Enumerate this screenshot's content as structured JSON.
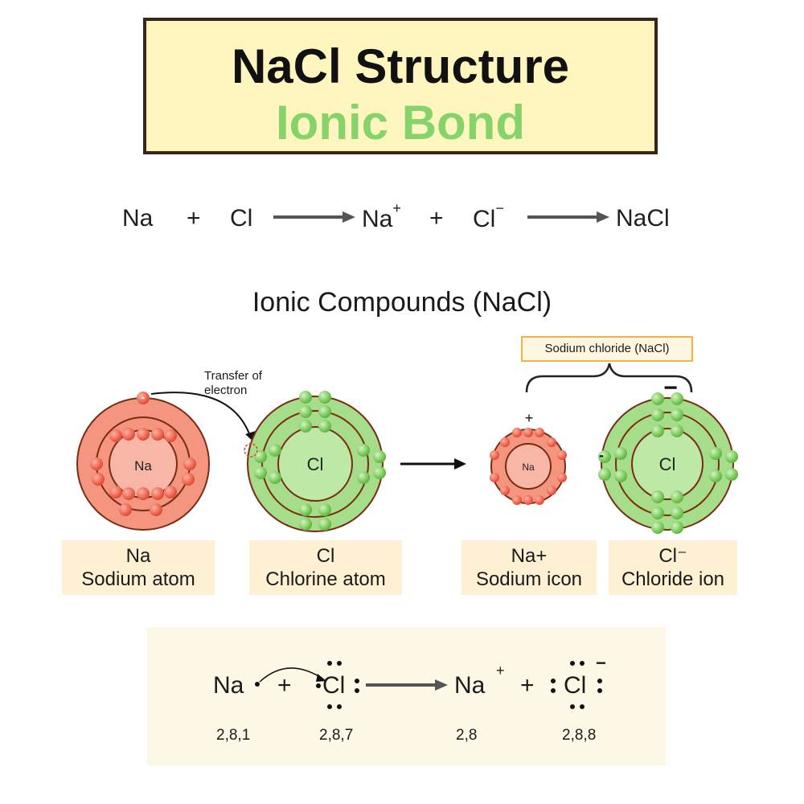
{
  "title": {
    "main": "NaCl Structure",
    "sub": "Ionic Bond"
  },
  "equation": {
    "na": "Na",
    "plus1": "+",
    "cl": "Cl",
    "na_ion": "Na",
    "na_charge": "+",
    "plus2": "+",
    "cl_ion": "Cl",
    "cl_charge": "−",
    "product": "NaCl"
  },
  "section_title": "Ionic Compounds (NaCl)",
  "nacl_label": "Sodium chloride (NaCl)",
  "transfer_label": [
    "Transfer of",
    "electron"
  ],
  "atoms": {
    "na_symbol": "Na",
    "cl_symbol": "Cl",
    "na_ion_symbol": "Na",
    "cl_ion_symbol": "Cl",
    "na_ion_charge": "+",
    "cl_ion_charge": "−",
    "na_electron_sign": "-",
    "cl_ion_left_sign": "-"
  },
  "captions": [
    {
      "line1": "Na",
      "line2": "Sodium atom"
    },
    {
      "line1": "Cl",
      "line2": "Chlorine atom"
    },
    {
      "line1": "Na+",
      "line2": "Sodium icon"
    },
    {
      "line1": "Cl⁻",
      "line2": "Chloride ion"
    }
  ],
  "lewis": {
    "na": "Na",
    "plus1": "+",
    "cl": "Cl",
    "na_ion": "Na",
    "na_charge": "+",
    "plus2": "+",
    "cl_ion": "Cl",
    "cl_charge": "−",
    "config_na": "2,8,1",
    "config_cl": "2,8,7",
    "config_na_ion": "2,8",
    "config_cl_ion": "2,8,8"
  },
  "colors": {
    "sodium_fill": "#f4967f",
    "sodium_inner": "#f8b7a6",
    "sodium_electron": "#e8503c",
    "chlorine_fill": "#a6dd8a",
    "chlorine_inner": "#bde8a6",
    "chlorine_electron": "#6fc64e",
    "orbit": "#7a2b14",
    "title_bg": "#fff6bf",
    "title_green": "#86d36a"
  }
}
